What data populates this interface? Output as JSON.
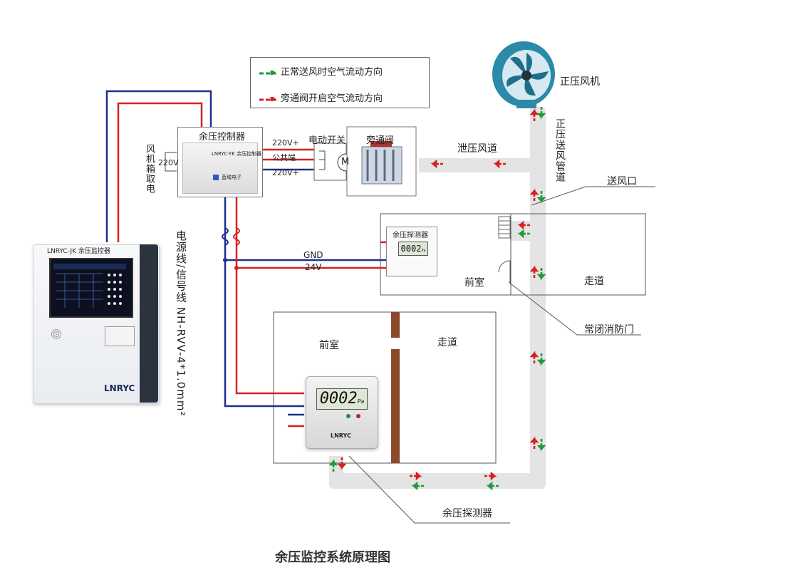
{
  "title": "余压监控系统原理图",
  "legend": {
    "normal_flow": "正常送风时空气流动方向",
    "bypass_flow": "旁通阀开启空气流动方向"
  },
  "colors": {
    "red_line": "#d62020",
    "blue_line": "#1f2f8f",
    "green_arrow": "#1f9a3a",
    "duct_gray": "#e3e3e3"
  },
  "labels": {
    "fan": "正压风机",
    "pressure_duct": "正压送风管道",
    "relief_duct": "泄压风道",
    "air_outlet": "送风口",
    "fire_door": "常闭消防门",
    "detector_callout": "余压探测器",
    "front_room_top": "前室",
    "corridor_top": "走道",
    "front_room_bottom": "前室",
    "corridor_bottom": "走道",
    "controller": "余压控制器",
    "bypass_valve": "旁通阀",
    "motor_switch": "电动开关",
    "motor": "M",
    "fan_box_power": "风机箱取电",
    "v220": "220V",
    "v220_plus_1": "220V+",
    "common": "公共端",
    "v220_plus_2": "220V+",
    "gnd": "GND",
    "v24": "24V",
    "cable_label": "电源线/信号线  NH-RVV-4*1.0mm²",
    "small_detector_title": "余压探测器",
    "small_detector_reading": "0002",
    "small_detector_unit": "Pa",
    "big_detector_reading": "0002",
    "big_detector_unit": "Pa",
    "big_detector_brand": "LNRYC",
    "panel_model": "LNRYC-JK 余压监控器",
    "panel_brand": "LNRYC",
    "controller_model": "LNRYC-YK 余压控制器",
    "controller_brand": "蓝域电子"
  }
}
